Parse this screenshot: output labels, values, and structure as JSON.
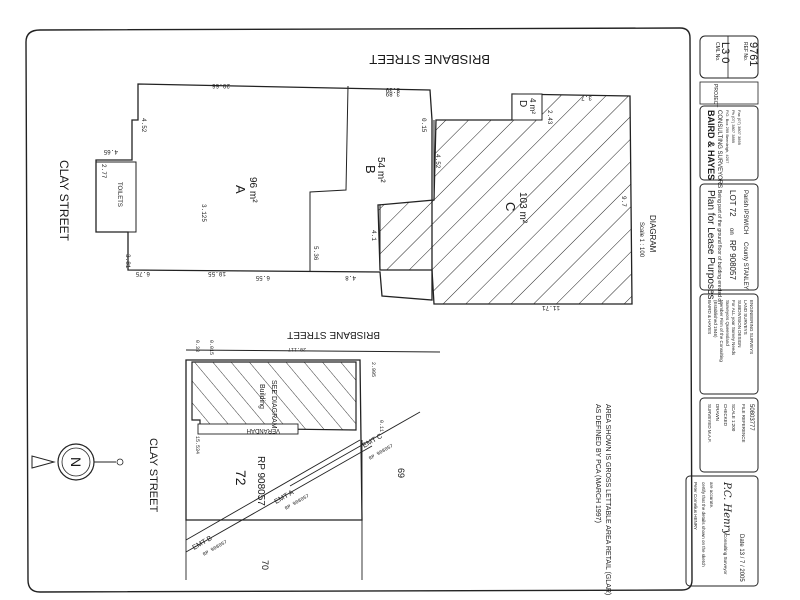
{
  "streets": {
    "brisbane_top": "BRISBANE   STREET",
    "clay_top": "CLAY     STREET",
    "brisbane_lower": "BRISBANE   STREET",
    "clay_lower": "CLAY     STREET"
  },
  "diagram": {
    "title": "DIAGRAM",
    "scale": "Scale 1 : 100",
    "toilets": "TOILETS",
    "areas": [
      {
        "label": "A",
        "area": "96 m²"
      },
      {
        "label": "B",
        "area": "54 m²"
      },
      {
        "label": "C",
        "area": "103 m²"
      },
      {
        "label": "D",
        "area": "4 m²"
      }
    ],
    "dimensions": [
      "20.66",
      "8.39",
      "4.65",
      "10.55",
      "6.75",
      "4.52",
      "2.77",
      "3.125",
      "3.81",
      "6.55",
      "4.8",
      "3.89",
      "5.36",
      "0.15",
      "4.52",
      "4.1",
      "2.43",
      "11.71",
      "9.7",
      "3.7"
    ]
  },
  "site": {
    "lot": "72",
    "plan": "RP 908057",
    "building": "Building",
    "see_diagram": "SEE DIAGRAM",
    "verandah": "VERANDAH",
    "emt_a": "EMT A",
    "emt_b": "EMT B",
    "emt_c": "EMT C",
    "lot_69": "69",
    "lot_70": "70",
    "rp_a": "RP 908057",
    "rp_b": "RP 908057",
    "rp_c": "RP 908057",
    "note_line1": "AREA SHOWN IS GROSS LETTABLE AREA RETAIL (GLAR)",
    "note_line2": "AS DEFINED BY PCA (MARCH 1997)",
    "dims": [
      "20.117",
      "0.015",
      "0.33",
      "2.995",
      "15.534",
      "0.11"
    ]
  },
  "title_block": {
    "heading": "Plan for Lease Purposes",
    "sub": "Being part of the ground floor of building erected on",
    "lot": "LOT  72",
    "on": "on",
    "plan": "RP 908057",
    "county": "County  STANLEY",
    "parish": "Parish  IPSWICH",
    "firm_name": "BAIRD & HAYES",
    "firm_sub": "CONSULTING SURVEYORS",
    "firm_lines": [
      "P.O. Box 299 Beenleigh, 4207",
      "Ph (07) 3807 3899",
      "Fax (07) 3807 3899"
    ],
    "project_label": "PROJECT",
    "ref_label": "REF No.",
    "ref_no": "9761",
    "cml_label": "CML No.",
    "sheet": "L3 0"
  },
  "firm_box": {
    "lines": [
      "BAIRD & HAYES",
      "(Established 1946)",
      "Member Firm of the Consulting",
      "Surveyors Queensland",
      "For ALL your Survey Needs",
      "SUBDIVISION DESIGN",
      "LAND SURVEYS",
      "ENGINEERING SURVEYS"
    ]
  },
  "survey_info": {
    "surveyed": "SURVEYED  M.A.F.",
    "drawn": "DRAWN",
    "checked": "CHECKED",
    "scale": "SCALE  1:200",
    "file": "FILE REFERENCE",
    "file_no": "50803777"
  },
  "certificate": {
    "lines": [
      "Peter Cornelius HENRY",
      "certify that the details shown on the sketch",
      "are accurate."
    ],
    "signature": "P.C. Henry",
    "role": "Consulting Surveyor",
    "date": "Date  13 / 7 / 2005"
  },
  "north": {
    "label": "N"
  }
}
